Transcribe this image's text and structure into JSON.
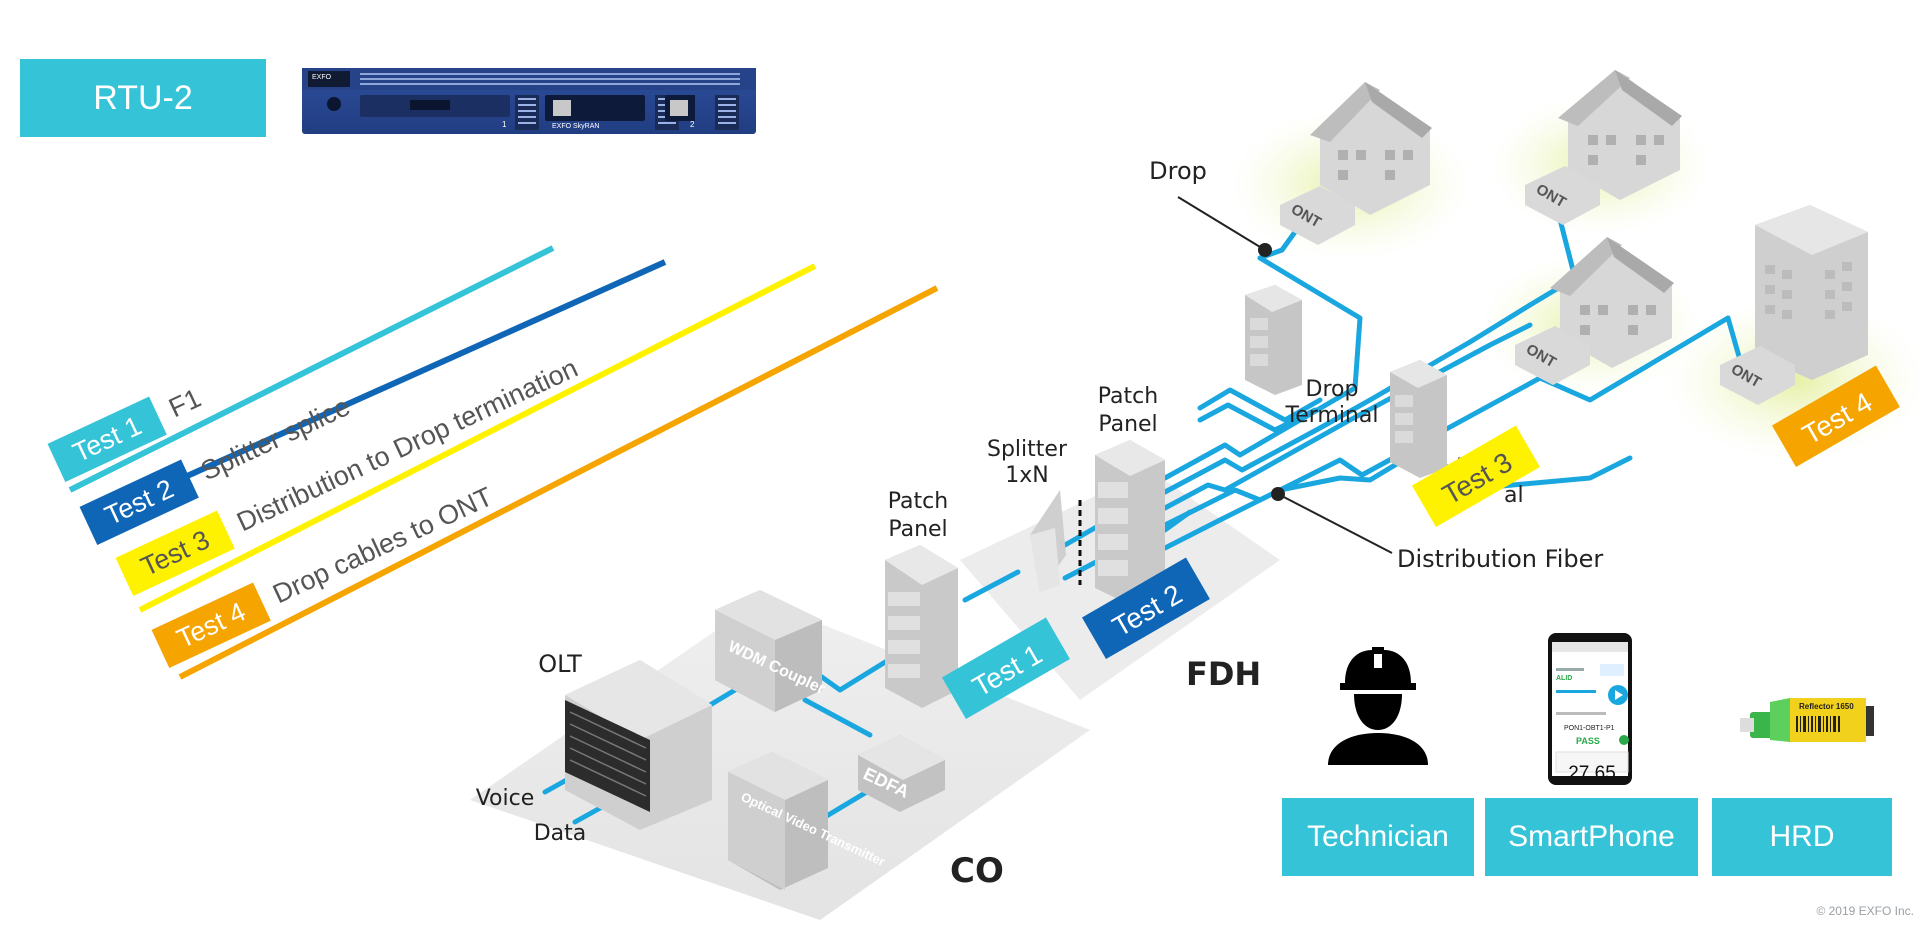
{
  "header": {
    "device_label": "RTU-2",
    "device_brand": "EXFO",
    "device_model": "EXFO SkyRAN",
    "port_1": "1",
    "port_2": "2"
  },
  "legend": [
    {
      "tag": "Test 1",
      "description": "F1",
      "color": "#35c3d8"
    },
    {
      "tag": "Test 2",
      "description": "Splitter splice",
      "color": "#0f66b6"
    },
    {
      "tag": "Test 3",
      "description": "Distribution to Drop termination",
      "color": "#fff200"
    },
    {
      "tag": "Test 4",
      "description": "Drop cables to ONT",
      "color": "#f5a400"
    }
  ],
  "network": {
    "co": "CO",
    "fdh": "FDH",
    "olt": "OLT",
    "voice": "Voice",
    "data": "Data",
    "wdm": "WDM Coupler",
    "edfa": "EDFA",
    "ovt": "Optical Video Transmitter",
    "patch_panel_1": [
      "Patch",
      "Panel"
    ],
    "splitter": [
      "Splitter",
      "1xN"
    ],
    "patch_panel_2": [
      "Patch",
      "Panel"
    ],
    "drop_terminal": [
      "Drop",
      "Terminal"
    ],
    "drop_terminal_2_partial": [
      "Dr",
      "al"
    ],
    "drop": "Drop",
    "distribution_fiber": "Distribution Fiber",
    "ont": "ONT"
  },
  "test_tags": {
    "test1": "Test 1",
    "test2": "Test 2",
    "test3": "Test 3",
    "test4": "Test 4"
  },
  "phone": {
    "rows": [
      "ALID",
      "PON1-OBT1-P1",
      "PASS"
    ],
    "value": "27.65"
  },
  "hrd_label": "Reflector 1650",
  "bottom_boxes": {
    "technician": "Technician",
    "smartphone": "SmartPhone",
    "hrd": "HRD"
  },
  "copyright": "© 2019 EXFO Inc.",
  "colors": {
    "cyan": "#35c3d8",
    "blue": "#0f66b6",
    "yellow": "#fff200",
    "orange": "#f5a400",
    "fiber": "#1aa7e0"
  }
}
